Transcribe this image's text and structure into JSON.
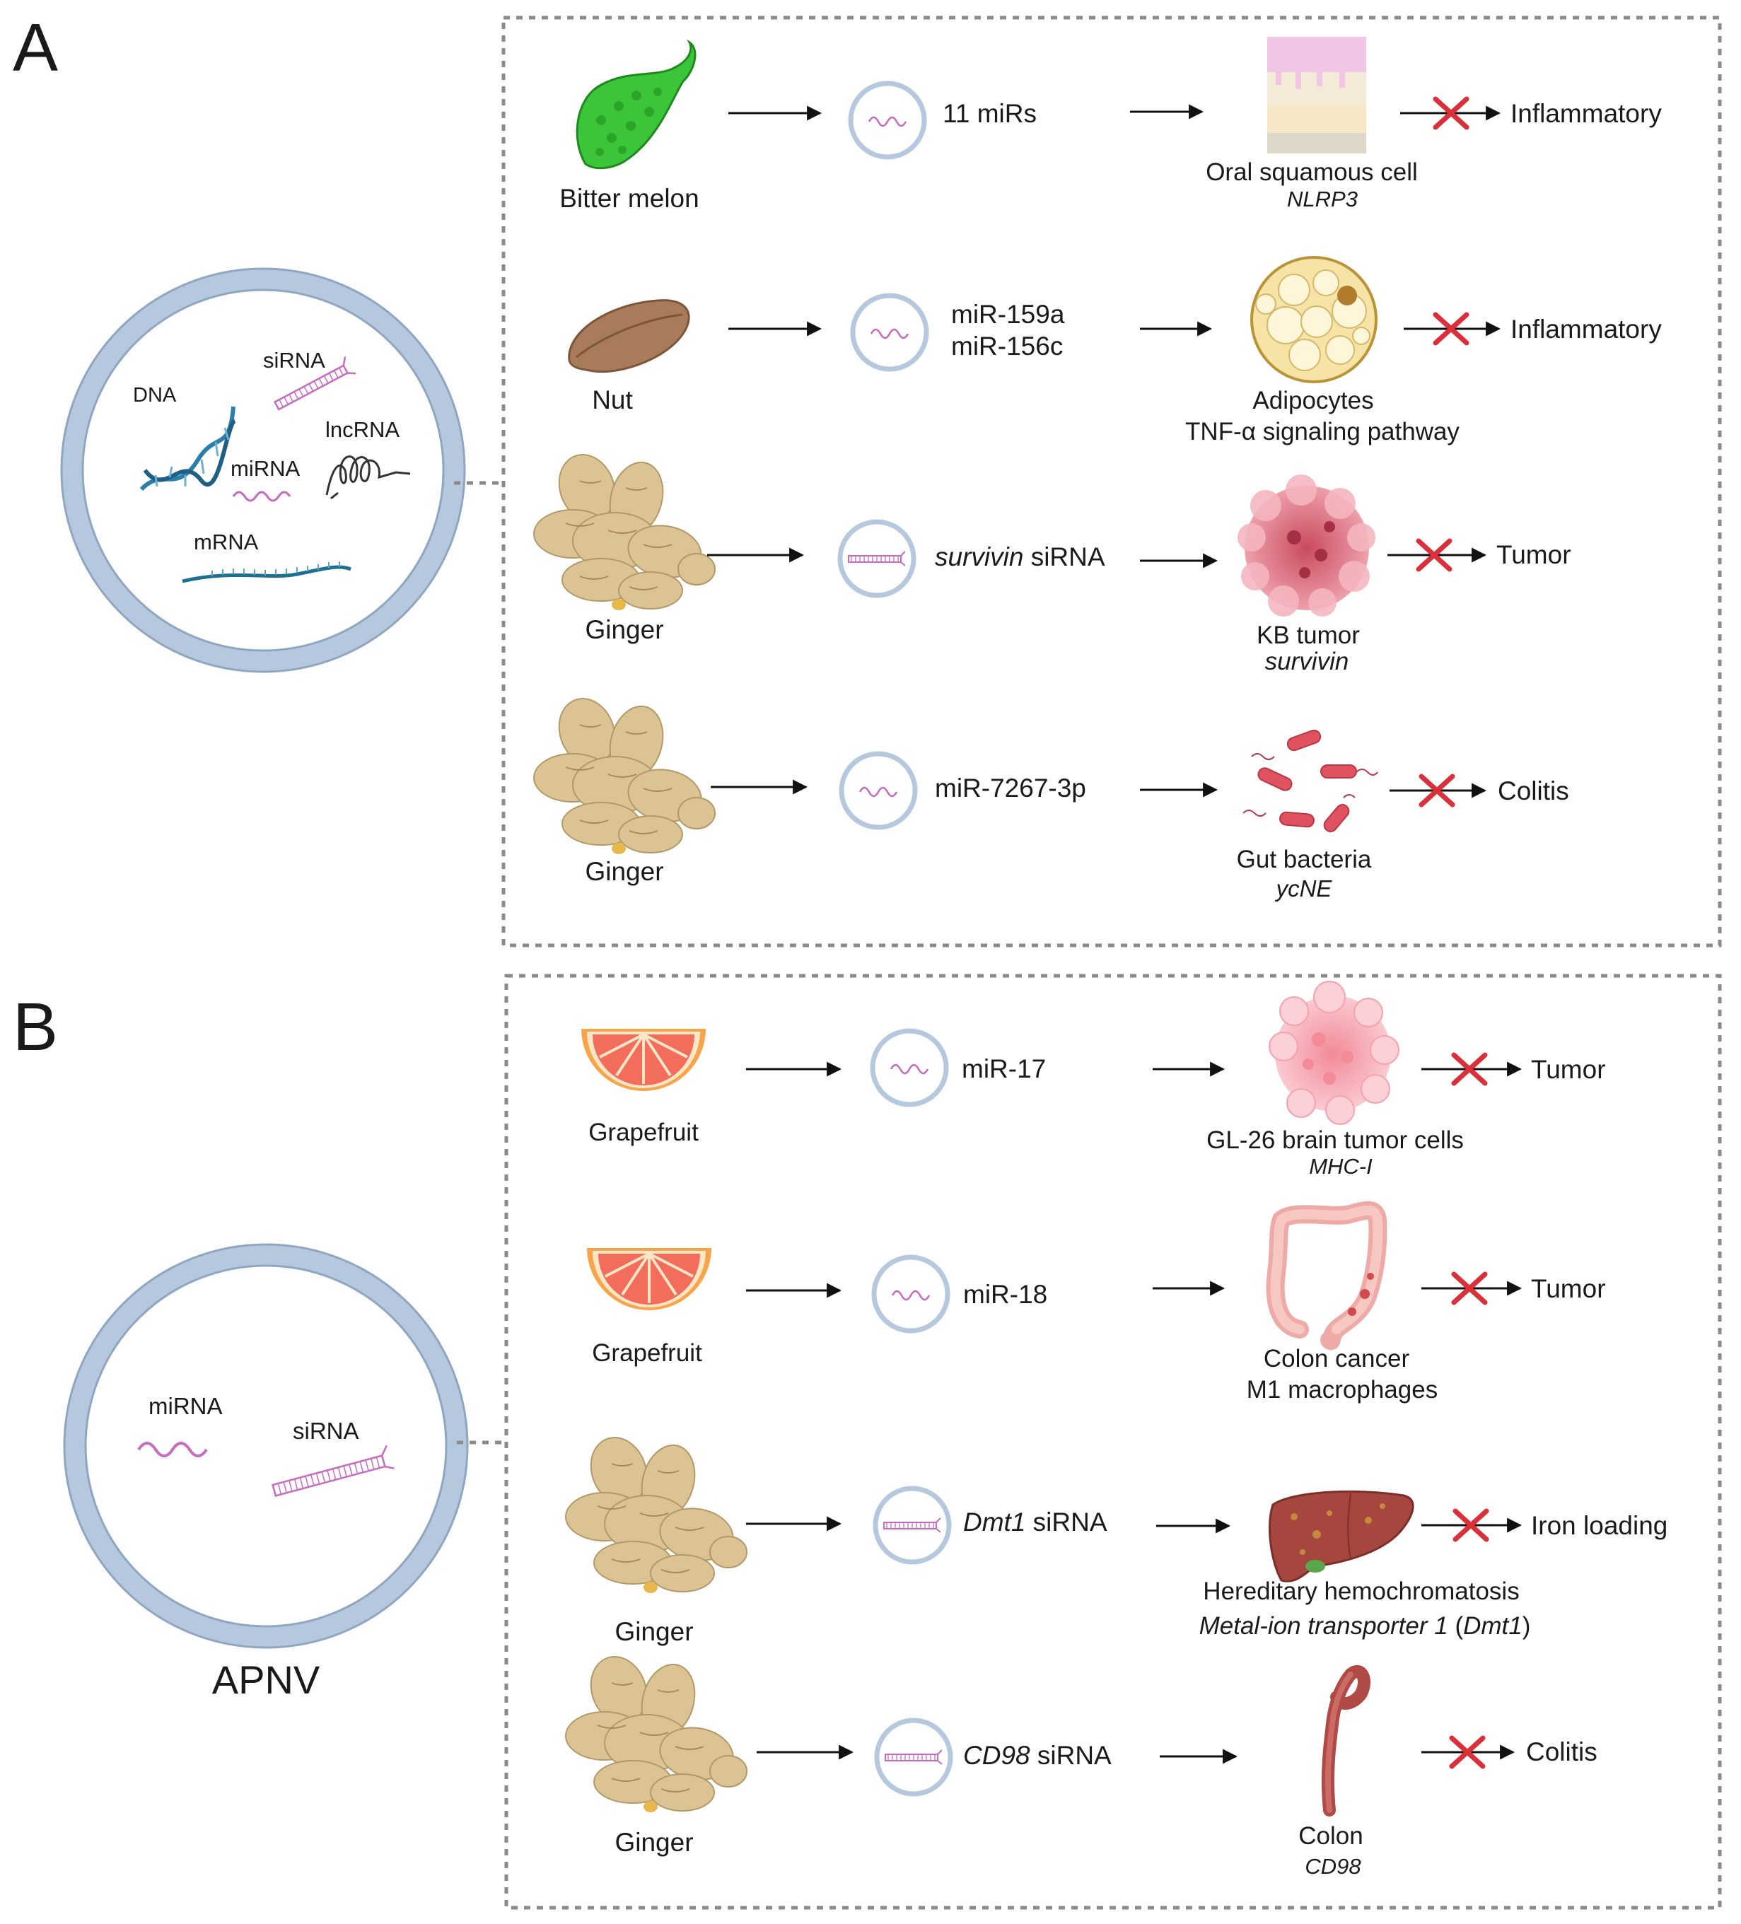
{
  "panelA": {
    "letter": "A",
    "vesicle_labels": {
      "dna": "DNA",
      "sirna": "siRNA",
      "lncrna": "lncRNA",
      "mirna": "miRNA",
      "mrna": "mRNA"
    },
    "rows": [
      {
        "source": "Bitter melon",
        "cargo": "11 miRs",
        "target": "Oral squamous cell",
        "target_gene": "NLRP3",
        "effect": "Inflammatory"
      },
      {
        "source": "Nut",
        "cargo_line1": "miR-159a",
        "cargo_line2": "miR-156c",
        "target": "Adipocytes",
        "target_pathway": "TNF-α signaling pathway",
        "effect": "Inflammatory"
      },
      {
        "source": "Ginger",
        "cargo_gene": "survivin",
        "cargo_suffix": " siRNA",
        "target": "KB tumor",
        "target_gene": "survivin",
        "effect": "Tumor"
      },
      {
        "source": "Ginger",
        "cargo": "miR-7267-3p",
        "target": "Gut bacteria",
        "target_gene": "ycNE",
        "effect": "Colitis"
      }
    ]
  },
  "panelB": {
    "letter": "B",
    "vesicle_labels": {
      "mirna": "miRNA",
      "sirna": "siRNA"
    },
    "vesicle_name": "APNV",
    "rows": [
      {
        "source": "Grapefruit",
        "cargo": "miR-17",
        "target": "GL-26 brain tumor cells",
        "target_gene": "MHC-I",
        "effect": "Tumor"
      },
      {
        "source": "Grapefruit",
        "cargo": "miR-18",
        "target": "Colon cancer",
        "target_line2": "M1 macrophages",
        "effect": "Tumor"
      },
      {
        "source": "Ginger",
        "cargo_gene": "Dmt1",
        "cargo_suffix": " siRNA",
        "target": "Hereditary hemochromatosis",
        "target_gene_italic": "Metal-ion transporter 1",
        "target_gene_paren_open": " (",
        "target_gene_abbr": "Dmt1",
        "target_gene_paren_close": ")",
        "effect": "Iron loading"
      },
      {
        "source": "Ginger",
        "cargo_gene": "CD98",
        "cargo_suffix": " siRNA",
        "target": "Colon",
        "target_gene": "CD98",
        "effect": "Colitis"
      }
    ]
  },
  "colors": {
    "vesicle_ring": "#b5c8de",
    "vesicle_ring_edge": "#8ea6c2",
    "rna_pink": "#c76bc0",
    "inhibit_red": "#d9303a",
    "dna_blue": "#2a7fa8",
    "frame": "#8a8a8a",
    "melon_green": "#3cc43a",
    "ginger": "#d9c08a",
    "nut": "#a87b5a",
    "grapefruit": "#f26d5b",
    "tumor": "#e57a86",
    "liver": "#a6473f"
  },
  "icons": [
    "bitter-melon-icon",
    "nut-icon",
    "ginger-icon",
    "grapefruit-icon",
    "vesicle-icon",
    "mucosa-icon",
    "adipocyte-icon",
    "tumor-icon",
    "bacteria-icon",
    "colon-icon",
    "liver-icon",
    "inhibition-x-icon",
    "arrow-icon"
  ]
}
